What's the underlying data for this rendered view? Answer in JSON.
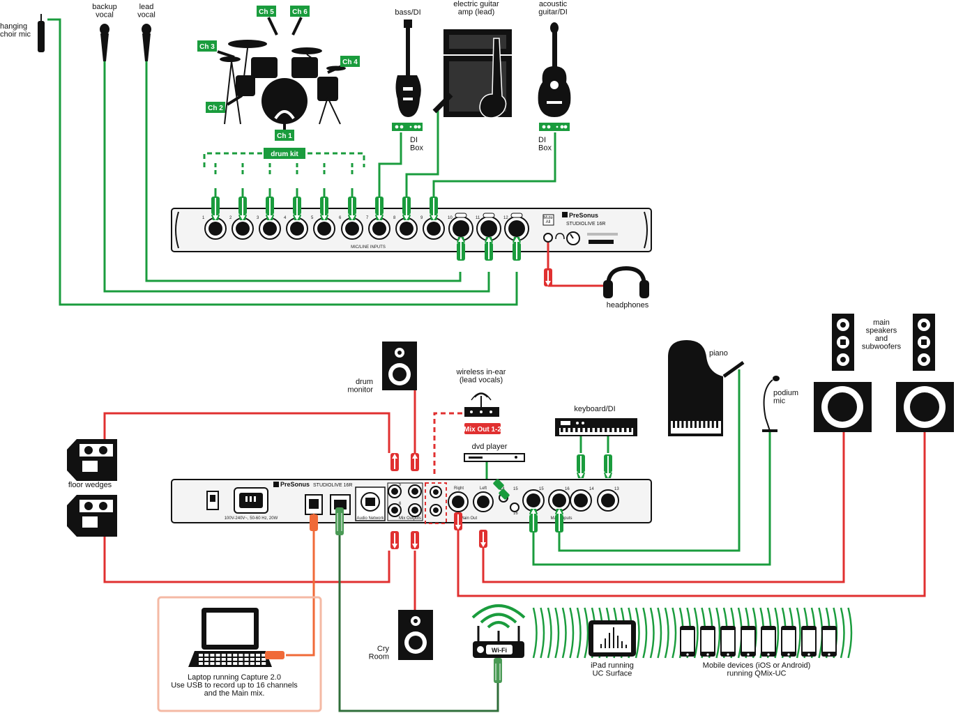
{
  "colors": {
    "green": "#1a9c3d",
    "green_dark": "#2f6e3a",
    "red": "#e03030",
    "orange": "#f06a38",
    "laptop_box": "#f4b9a4",
    "device": "#111111",
    "panel": "#f4f4f4"
  },
  "top": {
    "sources": {
      "hanging_choir_mic": "hanging\nchoir mic",
      "backup_vocal": "backup\nvocal",
      "lead_vocal": "lead\nvocal",
      "bass_di": "bass/DI",
      "electric_guitar": "electric guitar\namp (lead)",
      "acoustic_guitar": "acoustic\nguitar/DI"
    },
    "drum_channels": [
      "Ch 1",
      "Ch 2",
      "Ch 3",
      "Ch 4",
      "Ch 5",
      "Ch 6"
    ],
    "drum_kit": "drum kit",
    "di_box": "DI\nBox",
    "headphones": "headphones",
    "inputs_label": "MIC/LINE INPUTS",
    "channel_numbers": [
      "1",
      "2",
      "3",
      "4",
      "5",
      "6",
      "7",
      "8",
      "9",
      "10",
      "11",
      "12"
    ],
    "mute_button": "Mute\nAll"
  },
  "bottom": {
    "drum_monitor": "drum\nmonitor",
    "wireless_in_ear": "wireless in-ear\n(lead vocals)",
    "mix_out_tag": "Mix Out 1-2",
    "dvd_player": "dvd player",
    "keyboard": "keyboard/DI",
    "piano": "piano",
    "podium_mic": "podium\nmic",
    "main_speakers": "main\nspeakers\nand\nsubwoofers",
    "floor_wedges": "floor wedges",
    "cry_room": "Cry\nRoom",
    "laptop": "Laptop running Capture 2.0\nUse USB to record up to 16 channels\nand the Main mix.",
    "ipad": "iPad running\nUC Surface",
    "mobile": "Mobile devices (iOS or Android)\nrunning QMix-UC",
    "wifi": "Wi-Fi",
    "power_spec": "100V-240V~, 50-60 Hz, 20W",
    "audio_network": "Audio Network",
    "mix_out": "Mix Outputs",
    "main_out": "Main Out",
    "main_in": "Main Inputs",
    "right": "Right",
    "left": "Left",
    "rear_numbers": [
      "5",
      "6",
      "15",
      "16",
      "15",
      "16",
      "14",
      "13",
      "14"
    ]
  },
  "brand": {
    "name": "PreSonus",
    "model": "STUDIOLIVE 16R"
  }
}
